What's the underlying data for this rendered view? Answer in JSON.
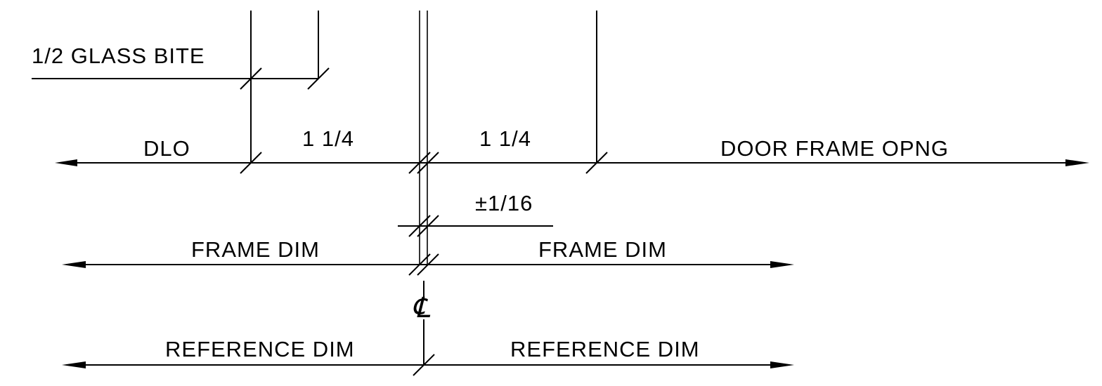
{
  "labels": {
    "glass_bite": "1/2 GLASS BITE",
    "dlo": "DLO",
    "left_dim": "1 1/4",
    "right_dim": "1 1/4",
    "door_frame_opening": "DOOR FRAME OPNG",
    "tolerance": "±1/16",
    "frame_dim_left": "FRAME DIM",
    "frame_dim_right": "FRAME DIM",
    "centerline_symbol": "℄",
    "reference_dim_left": "REFERENCE DIM",
    "reference_dim_right": "REFERENCE DIM"
  },
  "colors": {
    "line": "#000000",
    "background": "#ffffff"
  }
}
